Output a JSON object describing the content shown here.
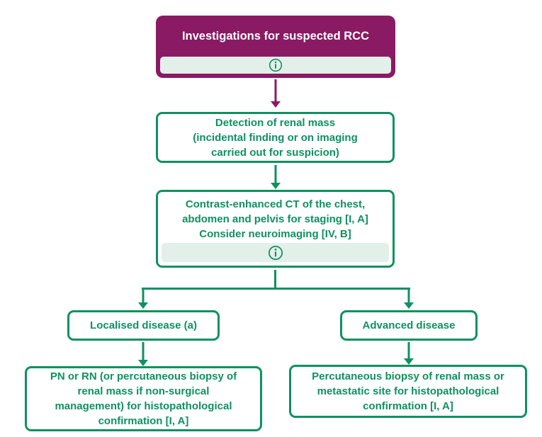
{
  "colors": {
    "purple": "#8A1A64",
    "green": "#0E9160",
    "strip_bg": "#E3EFE9",
    "node_bg": "#FFFFFF",
    "root_text": "#FFFFFF"
  },
  "icons": {
    "info": {
      "name": "info-icon",
      "glyph": "i"
    }
  },
  "flowchart": {
    "root": {
      "title": "Investigations for suspected RCC",
      "has_info": true
    },
    "steps": {
      "detection": {
        "text": [
          "Detection of renal mass",
          "(incidental finding or on imaging",
          "carried out for suspicion)"
        ]
      },
      "ct_staging": {
        "text": [
          "Contrast-enhanced CT of the chest,",
          "abdomen and pelvis for staging [I, A]",
          "Consider neuroimaging [IV, B]"
        ],
        "has_info": true
      },
      "localised": {
        "label": "Localised disease (a)"
      },
      "advanced": {
        "label": "Advanced disease"
      },
      "localised_action": {
        "text": [
          "PN or RN (or percutaneous biopsy of",
          "renal mass if non-surgical",
          "management) for histopathological",
          "confirmation [I, A]"
        ]
      },
      "advanced_action": {
        "text": [
          "Percutaneous biopsy of renal mass or",
          "metastatic site for histopathological",
          "confirmation [I, A]"
        ]
      }
    }
  }
}
